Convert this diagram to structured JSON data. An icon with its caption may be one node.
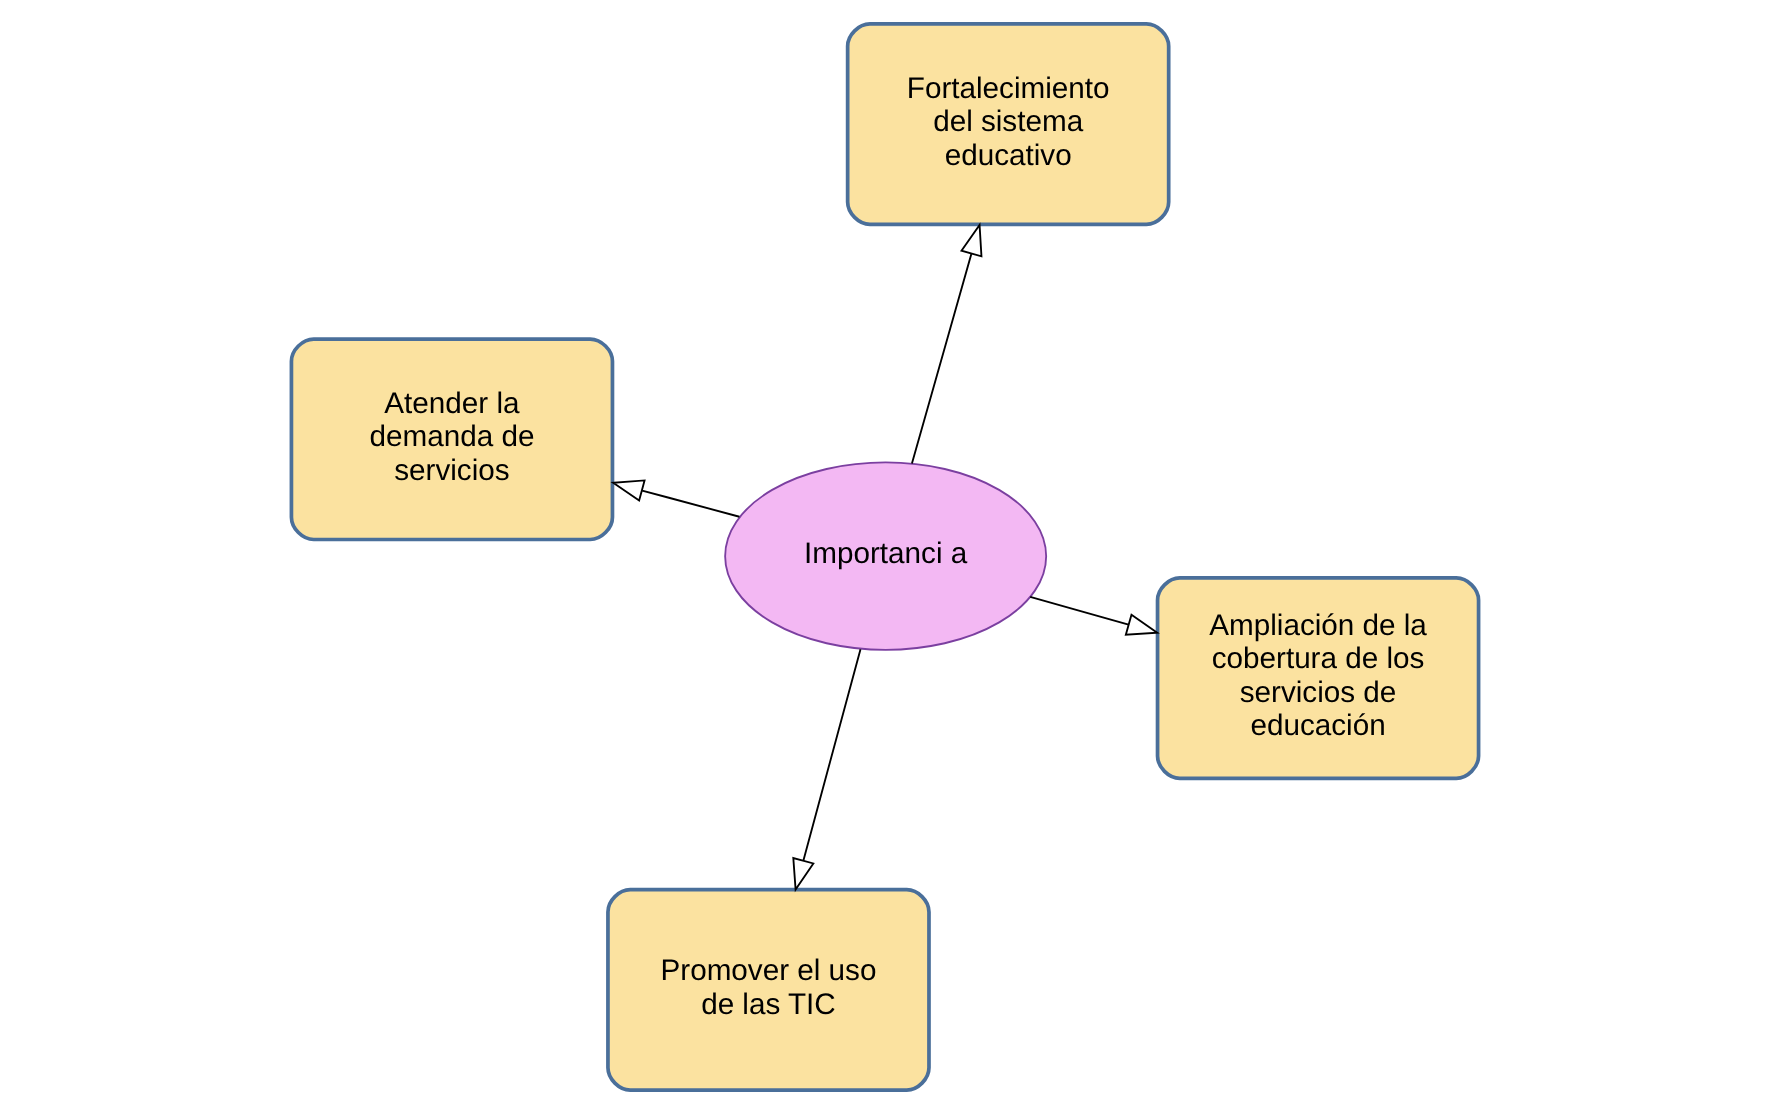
{
  "diagram": {
    "nodes": [
      {
        "text": [
          "Atender la demanda de servicios"
        ]
      },
      {
        "text": [
          "Ampliación de la cobertura de los servicios de educación"
        ]
      },
      {
        "text": [
          "Promover el uso de las TIC"
        ]
      },
      {
        "text": [
          "Importanci a"
        ]
      },
      {
        "text": [
          "Fortalecimiento del sistema educativo"
        ]
      }
    ],
    "edges": [
      {
        "from": 3,
        "to": 0,
        "arrow": "to"
      },
      {
        "from": 3,
        "to": 1,
        "arrow": "to"
      },
      {
        "from": 3,
        "to": 2,
        "arrow": "to"
      },
      {
        "from": 3,
        "to": 4,
        "arrow": "to"
      }
    ]
  }
}
